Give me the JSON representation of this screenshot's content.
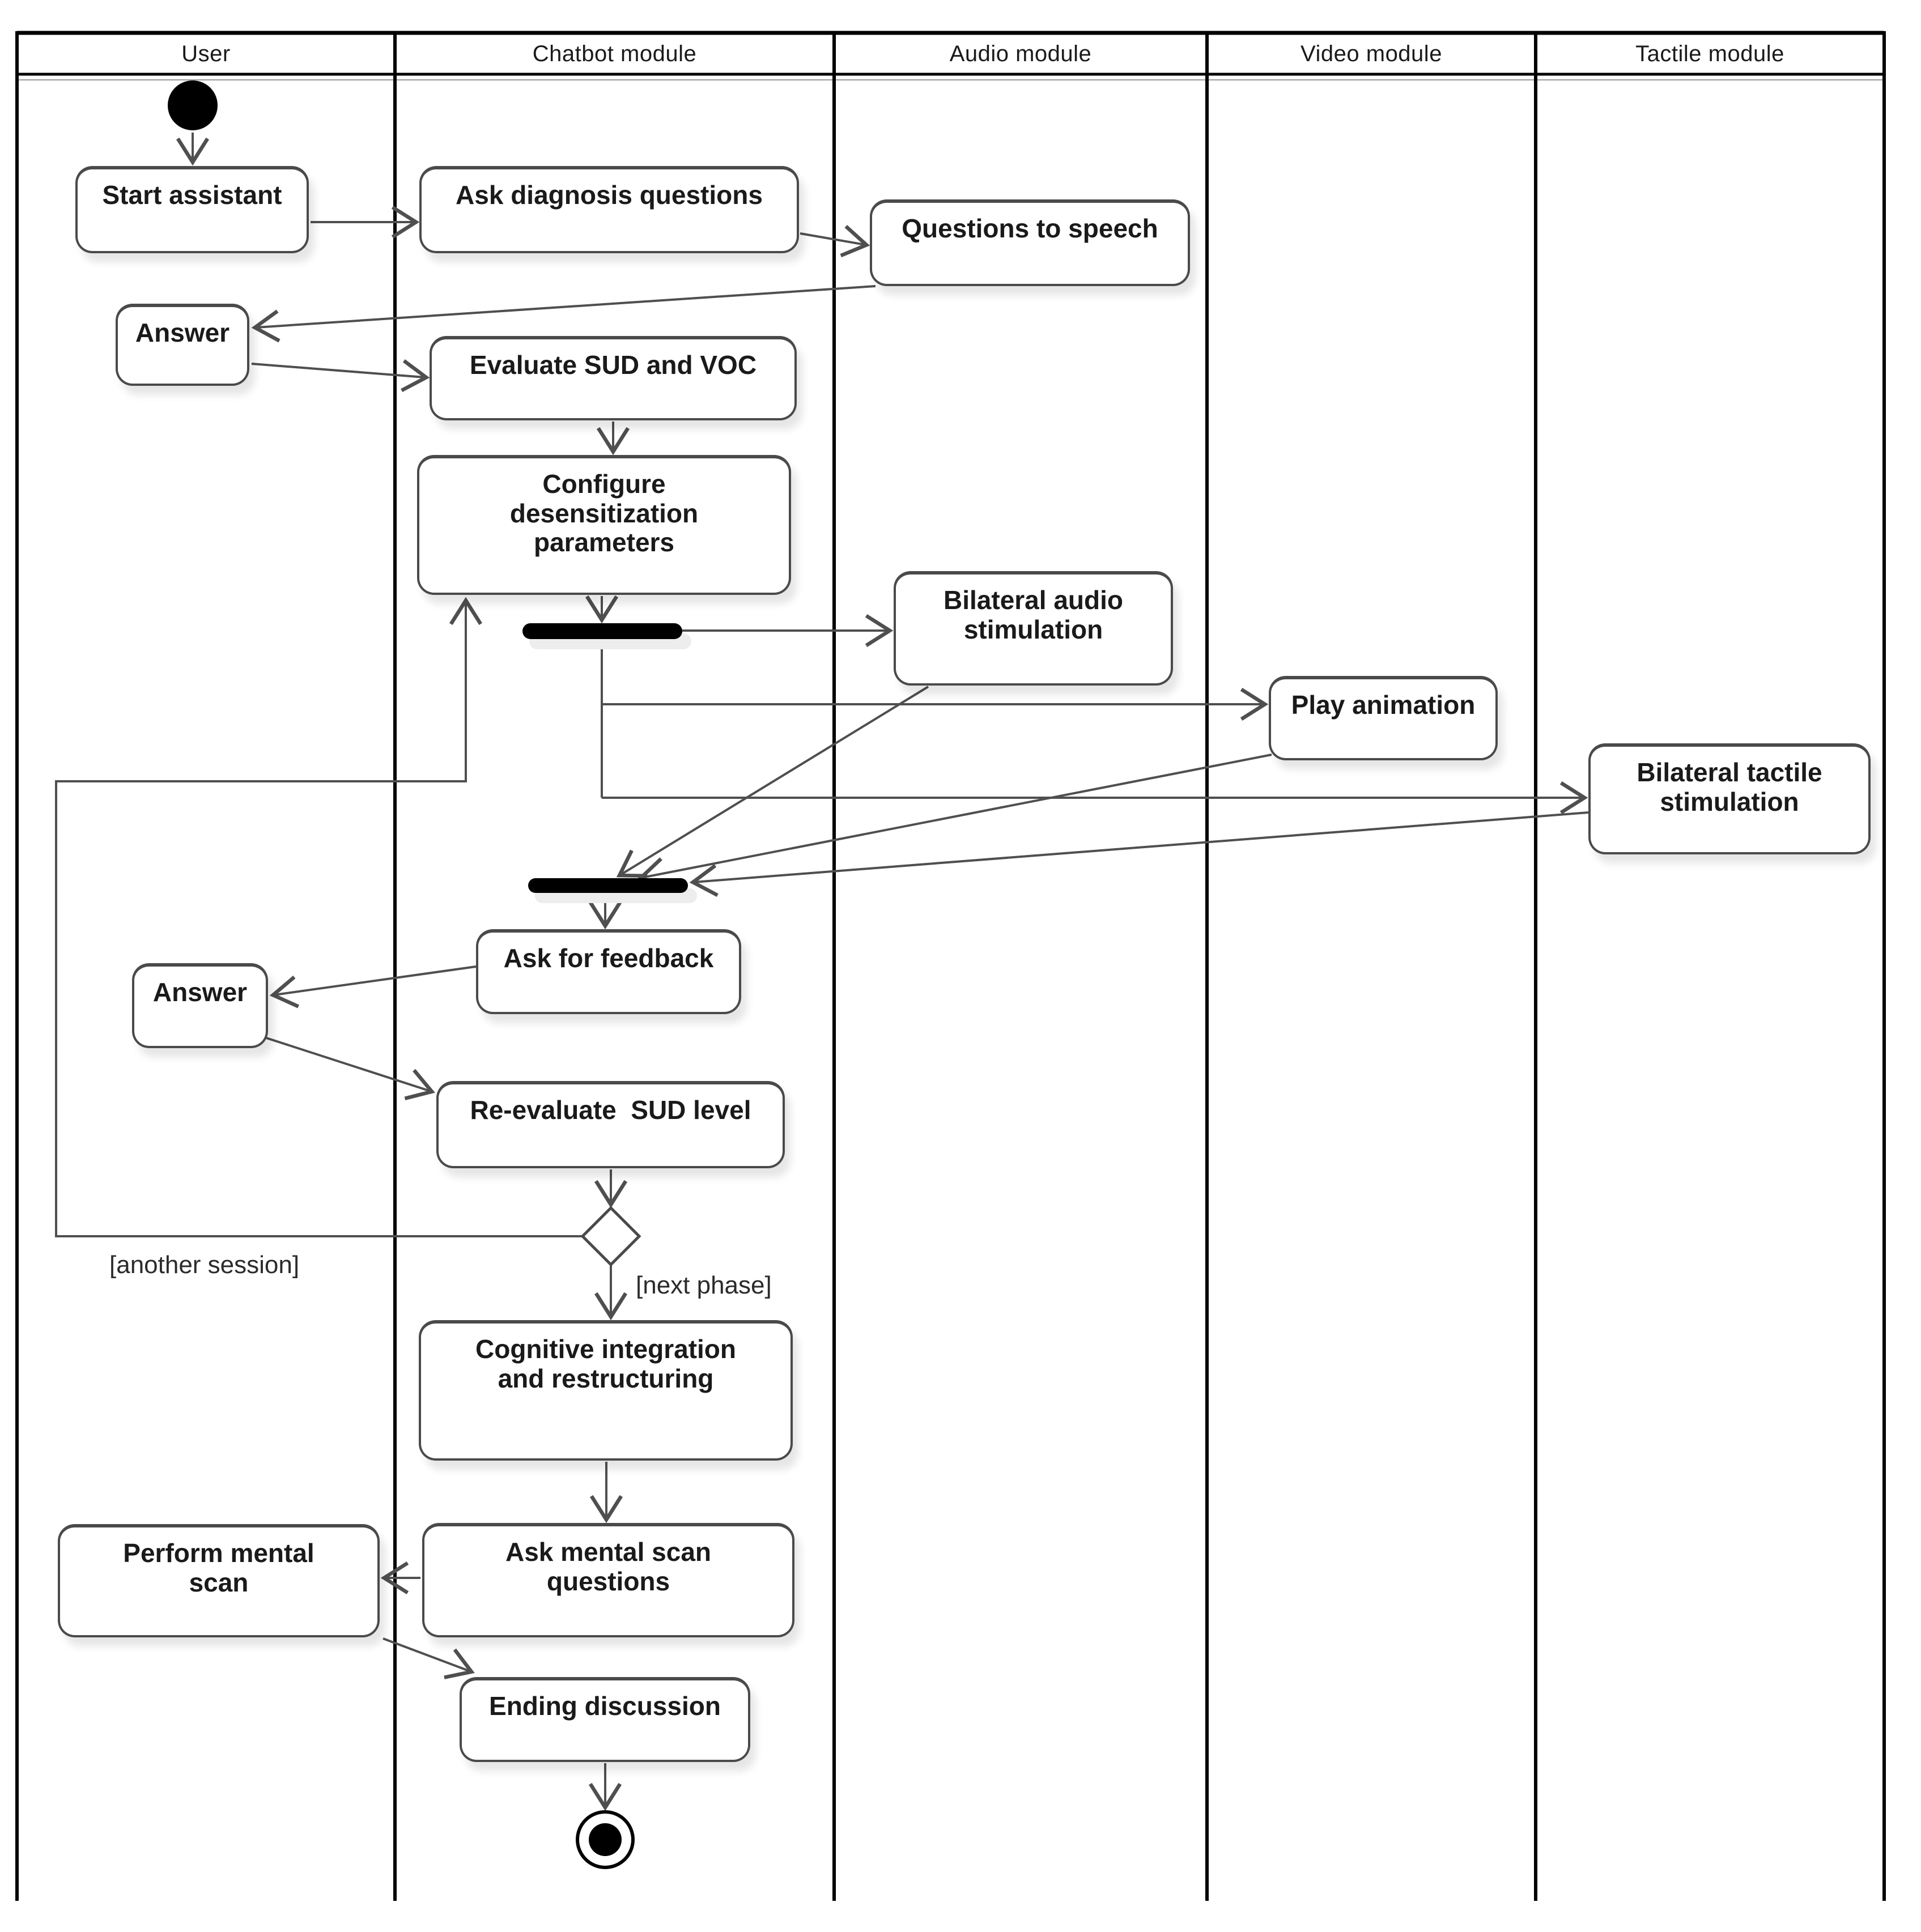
{
  "lanes": [
    {
      "label": "User"
    },
    {
      "label": "Chatbot module"
    },
    {
      "label": "Audio module"
    },
    {
      "label": "Video module"
    },
    {
      "label": "Tactile module"
    }
  ],
  "nodes": {
    "start_assistant": {
      "label": "Start assistant"
    },
    "ask_diagnosis": {
      "label": "Ask diagnosis questions"
    },
    "questions_to_speech": {
      "label": "Questions to speech"
    },
    "answer_1": {
      "label": "Answer"
    },
    "evaluate_sud_voc": {
      "label": "Evaluate SUD and VOC"
    },
    "configure_desensitization": {
      "label": "Configure\ndesensitization\nparameters"
    },
    "bilateral_audio": {
      "label": "Bilateral audio\nstimulation"
    },
    "play_animation": {
      "label": "Play animation"
    },
    "bilateral_tactile": {
      "label": "Bilateral tactile\nstimulation"
    },
    "ask_for_feedback": {
      "label": "Ask for feedback"
    },
    "answer_2": {
      "label": "Answer"
    },
    "re_evaluate_sud": {
      "label": "Re-evaluate  SUD level"
    },
    "cognitive_integration": {
      "label": "Cognitive integration\nand restructuring"
    },
    "perform_mental_scan": {
      "label": "Perform mental\nscan"
    },
    "ask_mental_scan": {
      "label": "Ask mental scan\nquestions"
    },
    "ending_discussion": {
      "label": "Ending discussion"
    }
  },
  "guards": {
    "another_session": "[another session]",
    "next_phase": "[next phase]"
  },
  "colors": {
    "box_border": "#4a4a4a",
    "flow_line": "#4f4f4f",
    "lane_line": "#000000",
    "node_fill": "#ffffff",
    "bar_fill": "#000000",
    "text": "#1a1a1a"
  }
}
